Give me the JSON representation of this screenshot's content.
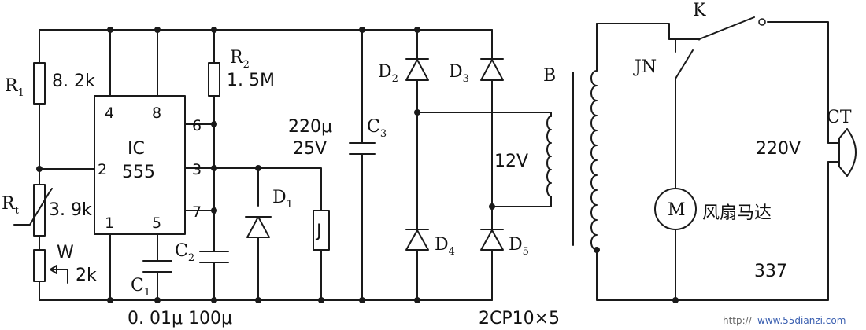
{
  "labels": {
    "r1": "R",
    "r1_sub": "1",
    "r1_value": "8. 2k",
    "r2": "R",
    "r2_sub": "2",
    "r2_value": "1. 5M",
    "rt": "R",
    "rt_sub": "t",
    "rt_value": "3. 9k",
    "w": "W",
    "w_value": "2k",
    "ic_name": "IC",
    "ic_part": "555",
    "pin4": "4",
    "pin8": "8",
    "pin6": "6",
    "pin3": "3",
    "pin2": "2",
    "pin7": "7",
    "pin1": "1",
    "pin5": "5",
    "c1": "C",
    "c1_sub": "1",
    "c2": "C",
    "c2_sub": "2",
    "c1c2_values": "0. 01μ  100μ",
    "d1": "D",
    "d1_sub": "1",
    "relay": "J",
    "c3_cap": "220μ",
    "c3_volt": "25V",
    "c3": "C",
    "c3_sub": "3",
    "d2": "D",
    "d2_sub": "2",
    "d3": "D",
    "d3_sub": "3",
    "d4": "D",
    "d4_sub": "4",
    "d5": "D",
    "d5_sub": "5",
    "diode_part": "2CP10×5",
    "transformer": "B",
    "secondary_v": "12V",
    "switch_k": "K",
    "relay_contact": "JN",
    "motor": "M",
    "motor_name": "风扇马达",
    "motor_model": "337",
    "plug": "CT",
    "mains_v": "220V",
    "watermark_a": "http://",
    "watermark_b": "www.55dianzi.com"
  }
}
